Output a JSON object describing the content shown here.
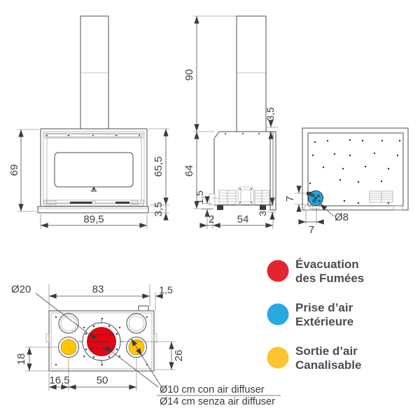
{
  "colors": {
    "flue_red": "#e30613",
    "duct_yellow": "#ffc600",
    "intake_blue": "#2aa3dc",
    "line": "#4c4c4c",
    "dim_text": "#3f3f3f",
    "legend_text": "#4d4c55"
  },
  "front_view": {
    "dim_height": "69",
    "dim_body_height": "65,5",
    "dim_base_height": "3,5",
    "dim_width": "89,5"
  },
  "side_view": {
    "dim_chimney_height": "90",
    "dim_flue_offset": "3,5",
    "dim_body_height": "64",
    "dim_rear_gap": "1,5",
    "dim_rear_foot": "2",
    "dim_depth": "54",
    "dim_front_foot": "3"
  },
  "back_view": {
    "dim_intake_vertical": "7",
    "dim_intake_horizontal": "7",
    "label_intake_diameter": "Ø8"
  },
  "top_view": {
    "label_flue_diameter": "Ø20",
    "dim_width": "83",
    "dim_edge": "1,5",
    "dim_left_offset": "18",
    "dim_right_offset": "26",
    "dim_outlet_inset": "16,5",
    "dim_outlet_spacing": "50",
    "note_with_diffuser": "Ø10 cm con air diffuser",
    "note_without_diffuser": "Ø14 cm senza air diffuser"
  },
  "legend": {
    "items": [
      {
        "label_line1": "Évacuation",
        "label_line2": "des Fumées",
        "color": "#e32530"
      },
      {
        "label_line1": "Prise d’air",
        "label_line2": "Extérieure",
        "color": "#29a9e1"
      },
      {
        "label_line1": "Sortie d’air",
        "label_line2": "Canalisable",
        "color": "#fcc42f"
      }
    ]
  }
}
